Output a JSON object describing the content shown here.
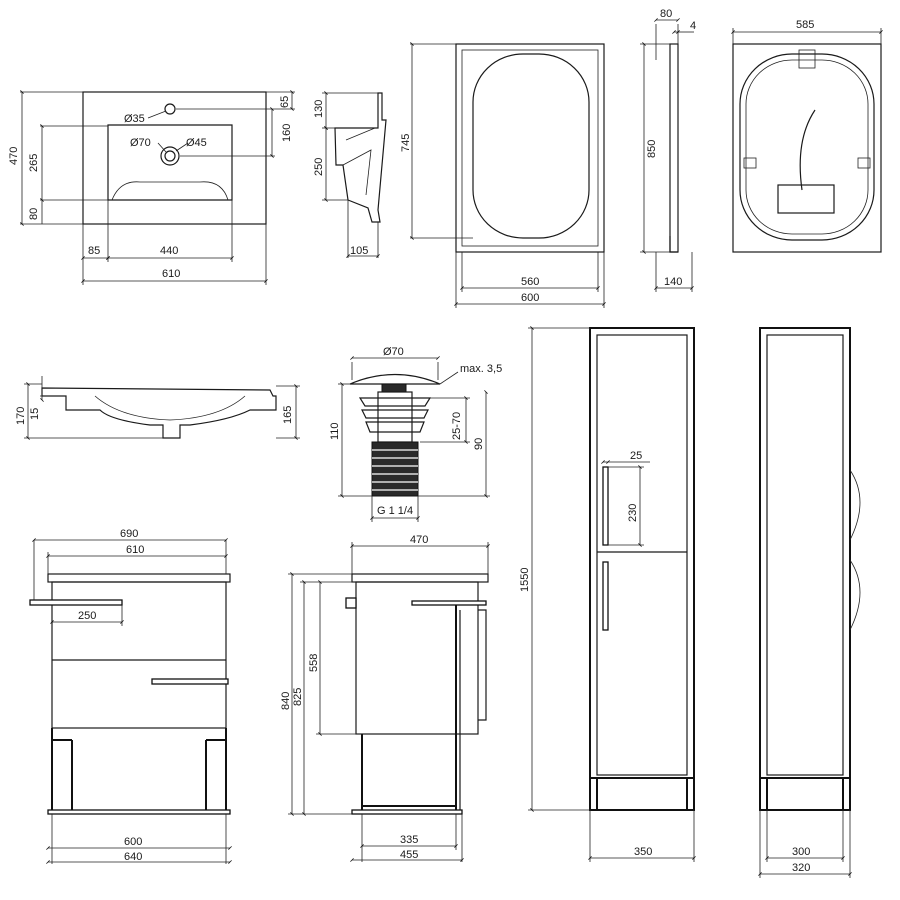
{
  "palette": {
    "line": "#1a1a1a",
    "background": "#ffffff"
  },
  "labels": {
    "basin_top_diam35": "Ø35",
    "basin_top_diam70": "Ø70",
    "basin_top_diam45": "Ø45",
    "basin_top_470": "470",
    "basin_top_265": "265",
    "basin_top_80": "80",
    "basin_top_65": "65",
    "basin_top_160": "160",
    "basin_top_85": "85",
    "basin_top_440": "440",
    "basin_top_610": "610",
    "basin_side_130": "130",
    "basin_side_250": "250",
    "basin_side_105": "105",
    "mirror_745": "745",
    "mirror_560": "560",
    "mirror_600": "600",
    "mirror_side_80": "80",
    "mirror_side_4": "4",
    "mirror_side_850": "850",
    "mirror_side_140": "140",
    "mirror_back_585": "585",
    "basin_profile_170": "170",
    "basin_profile_15": "15",
    "basin_profile_165": "165",
    "drain_diam70": "Ø70",
    "drain_max": "max. 3,5",
    "drain_110": "110",
    "drain_25_70": "25-70",
    "drain_90": "90",
    "drain_thread": "G 1 1/4",
    "vanity_690": "690",
    "vanity_610": "610",
    "vanity_250": "250",
    "vanity_600": "600",
    "vanity_640": "640",
    "vanity_side_470": "470",
    "vanity_side_840": "840",
    "vanity_side_825": "825",
    "vanity_side_558": "558",
    "vanity_side_335": "335",
    "vanity_side_455": "455",
    "column_1550": "1550",
    "column_25": "25",
    "column_230": "230",
    "column_350": "350",
    "column_side_300": "300",
    "column_side_320": "320"
  }
}
